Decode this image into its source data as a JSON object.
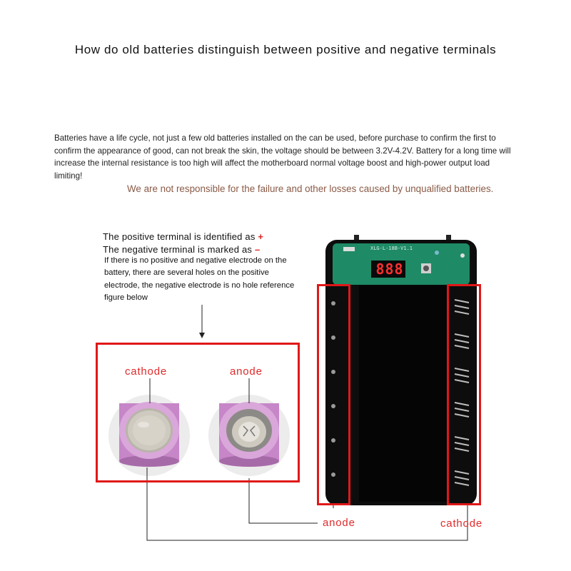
{
  "title": "How do old batteries distinguish between positive and negative terminals",
  "paragraph": "Batteries have a life cycle, not just a few old batteries installed on the can be used, before purchase to confirm the first to confirm the appearance of good, can not break the skin, the voltage should be between 3.2V-4.2V. Battery for a long time will increase the internal resistance is too high will affect the motherboard normal voltage boost and high-power output load limiting!",
  "disclaimer": "We are not responsible for the failure and other losses caused by unqualified batteries.",
  "positive_text": "The positive terminal is identified as",
  "positive_symbol": "+",
  "negative_text": "The negative terminal is marked as",
  "negative_symbol": "–",
  "note": "If there is no positive and negative electrode on the battery, there are several holes on the positive electrode, the negative electrode is no hole reference figure below",
  "battery_labels": {
    "left": "cathode",
    "right": "anode"
  },
  "device_labels": {
    "anode": "anode",
    "cathode": "cathode"
  },
  "display_digits": "888",
  "pcb_text": "XLG-L-18B-V1.1",
  "colors": {
    "red": "#e01818",
    "battery_wrap": "#c686c8",
    "device_body": "#0d0d0d",
    "pcb": "#1e8a66"
  }
}
